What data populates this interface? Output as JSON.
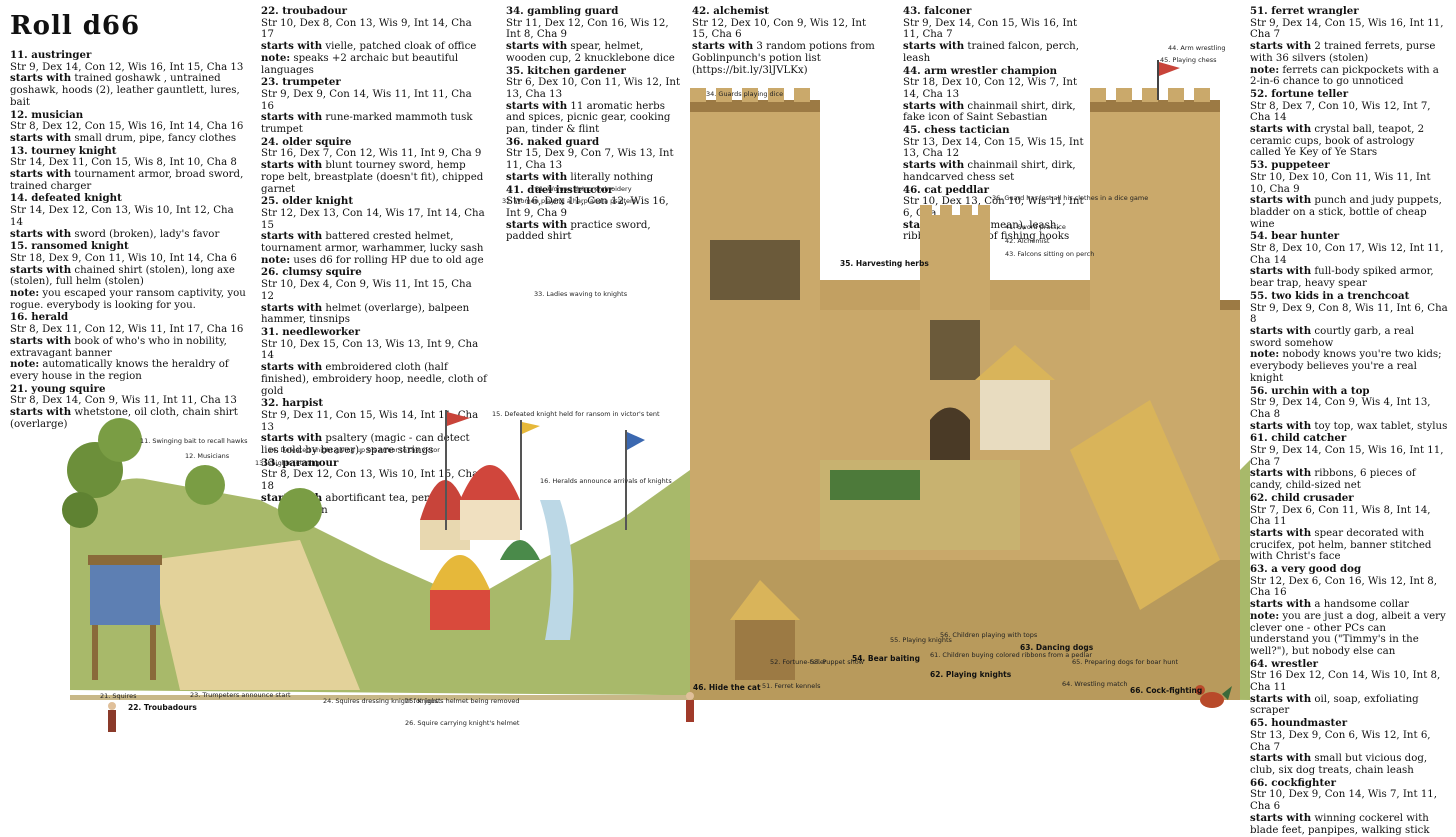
{
  "title": "Roll d66",
  "columns": [
    [
      {
        "t": "11. austringer",
        "s": "Str 9, Dex 14, Con 12, Wis 16, Int 15, Cha 13",
        "sw": "trained goshawk , untrained goshawk, hoods (2), leather gauntlett, lures, bait"
      },
      {
        "t": "12. musician",
        "s": "Str 8, Dex 12, Con 15, Wis 16, Int 14, Cha 16",
        "sw": "small drum, pipe, fancy clothes"
      },
      {
        "t": "13. tourney knight",
        "s": "Str 14, Dex 11, Con 15, Wis 8, Int 10, Cha 8",
        "sw": "tournament armor, broad sword, trained charger"
      },
      {
        "t": "14. defeated knight",
        "s": "Str 14, Dex 12, Con 13, Wis 10, Int 12, Cha 14",
        "sw": "sword (broken), lady's favor"
      },
      {
        "t": "15. ransomed knight",
        "s": "Str 18, Dex 9, Con 11, Wis 10, Int 14, Cha 6",
        "sw": "chained shirt (stolen), long axe (stolen), full helm (stolen)",
        "n": "you escaped your ransom captivity, you rogue. everybody is looking for you."
      },
      {
        "t": "16. herald",
        "s": "Str 8, Dex 11, Con 12, Wis 11, Int 17, Cha 16",
        "sw": "book of who's who in nobility, extravagant banner",
        "n": "automatically knows the heraldry of every house in the region"
      },
      {
        "t": "21. young squire",
        "s": "Str 8, Dex 14, Con 9, Wis 11, Int 11, Cha 13",
        "sw": "whetstone, oil cloth, chain shirt (overlarge)"
      }
    ],
    [
      {
        "t": "22. troubadour",
        "s": "Str 10, Dex 8, Con 13, Wis 9, Int 14, Cha 17",
        "sw": "vielle, patched cloak of office",
        "n": "speaks +2 archaic but beautiful languages"
      },
      {
        "t": "23. trumpeter",
        "s": "Str 9, Dex 9, Con 14, Wis 11, Int 11, Cha 16",
        "sw": "rune-marked mammoth tusk trumpet"
      },
      {
        "t": "24. older squire",
        "s": "Str 16, Dex 7, Con 12, Wis 11, Int 9, Cha 9",
        "sw": "blunt tourney sword, hemp rope belt, breastplate (doesn't fit), chipped garnet"
      },
      {
        "t": "25. older knight",
        "s": "Str 12, Dex 13, Con 14, Wis 17, Int 14, Cha 15",
        "sw": "battered crested helmet, tournament armor, warhammer, lucky sash",
        "n": "uses d6 for rolling HP due to old age"
      },
      {
        "t": "26. clumsy squire",
        "s": "Str 10, Dex 4, Con 9, Wis 11, Int 15, Cha 12",
        "sw": "helmet (overlarge), balpeen hammer, tinsnips"
      },
      {
        "t": "31. needleworker",
        "s": "Str 10, Dex 15, Con 13, Wis 13, Int 9, Cha 14",
        "sw": "embroidered cloth (half finished), embroidery hoop, needle, cloth of gold"
      },
      {
        "t": "32. harpist",
        "s": "Str 9, Dex 11, Con 15, Wis 14, Int 11, Cha 13",
        "sw": "psaltery (magic - can detect lies told by bearer), spare strings"
      },
      {
        "t": "33. paramour",
        "s": "Str 8, Dex 12, Con 13, Wis 10, Int 15, Cha 18",
        "sw": "abortificant tea, perfume, fancy hennin"
      }
    ],
    [
      {
        "t": "34. gambling guard",
        "s": "Str 11, Dex 12, Con 16, Wis 12, Int 8, Cha 9",
        "sw": "spear, helmet, wooden cup, 2 knucklebone dice"
      },
      {
        "t": "35. kitchen gardener",
        "s": "Str 6, Dex 10, Con 11, Wis 12, Int 13, Cha 13",
        "sw": "11 aromatic herbs and spices, picnic gear, cooking pan, tinder & flint"
      },
      {
        "t": "36. naked guard",
        "s": "Str 15, Dex 9, Con 7, Wis 13, Int 11, Cha 13",
        "sw": "literally nothing"
      },
      {
        "t": "41. duel instructor",
        "s": "Str 16, Dex 11, Con 12, Wis 16, Int 9, Cha 9",
        "sw": "practice sword, padded shirt"
      }
    ],
    [
      {
        "t": "42. alchemist",
        "s": "Str 12, Dex 10, Con 9, Wis 12, Int 15, Cha 6",
        "sw": "3 random potions from Goblinpunch's potion list (https://bit.ly/3lJVLKx)"
      }
    ],
    [
      {
        "t": "43. falconer",
        "s": "Str 9, Dex 14, Con 15, Wis 16, Int 11, Cha 7",
        "sw": "trained falcon, perch, leash"
      },
      {
        "t": "44. arm wrestler champion",
        "s": "Str 18, Dex 10, Con 12, Wis 7, Int 14, Cha 13",
        "sw": "chainmail shirt, dirk, fake icon of Saint Sebastian"
      },
      {
        "t": "45. chess tactician",
        "s": "Str 13, Dex 14, Con 15, Wis 15, Int 13, Cha 12",
        "sw": "chainmail shirt, dirk, handcarved chess set"
      },
      {
        "t": "46. cat peddlar",
        "s": "Str 10, Dex 13, Con 10, Wis 11, Int 6, Cha 9",
        "sw": "cat (mean), leash, ribbons, variety of fishing hooks"
      }
    ],
    [
      {
        "t": "51. ferret wrangler",
        "s": "Str 9, Dex 14, Con 15, Wis 16, Int 11, Cha 7",
        "sw": "2 trained ferrets, purse with 36 silvers (stolen)",
        "n": "ferrets can pickpockets with a 2-in-6 chance to go unnoticed"
      },
      {
        "t": "52. fortune teller",
        "s": "Str 8, Dex 7, Con 10, Wis 12, Int 7, Cha 14",
        "sw": "crystal ball, teapot, 2 ceramic cups, book of astrology called Ye Key of Ye Stars"
      },
      {
        "t": "53. puppeteer",
        "s": "Str 10, Dex 10, Con 11, Wis 11, Int 10, Cha 9",
        "sw": "punch and judy puppets, bladder on a stick, bottle of cheap wine"
      },
      {
        "t": "54. bear hunter",
        "s": "Str 8, Dex 10, Con 17, Wis 12, Int 11, Cha 14",
        "sw": "full-body spiked armor, bear trap, heavy spear"
      },
      {
        "t": "55. two kids in a trenchcoat",
        "s": "Str 9, Dex 9, Con 8, Wis 11, Int 6, Cha 8",
        "sw": "courtly garb, a real sword somehow",
        "n": "nobody knows you're two kids; everybody believes you're a real knight"
      },
      {
        "t": "56. urchin with a top",
        "s": "Str 9, Dex 14, Con 9, Wis 4, Int 13, Cha 8",
        "sw": "toy top, wax tablet, stylus"
      },
      {
        "t": "61. child catcher",
        "s": "Str 9, Dex 14, Con 15, Wis 16, Int 11, Cha 7",
        "sw": "ribbons, 6 pieces of candy, child-sized net"
      },
      {
        "t": "62. child crusader",
        "s": "Str 7, Dex 6, Con 11, Wis 8, Int 14, Cha 11",
        "sw": "spear decorated with crucifex, pot helm, banner stitched with Christ's face"
      },
      {
        "t": "63. a very good dog",
        "s": "Str 12, Dex 6, Con 16, Wis 12, Int 8, Cha 16",
        "sw": "a handsome collar",
        "n": "you are just a dog, albeit a very clever one - other PCs can understand you (\"Timmy's in the well?\"), but nobody else can"
      },
      {
        "t": "64. wrestler",
        "s": "Str 16 Dex 12, Con 14, Wis 10, Int 8, Cha 11",
        "sw": "oil, soap, exfoliating scraper"
      },
      {
        "t": "65. houndmaster",
        "s": "Str 13, Dex 9, Con 6, Wis 12, Int 6, Cha 7",
        "sw": "small but vicious dog, club, six dog treats, chain leash"
      },
      {
        "t": "66. cockfighter",
        "s": "Str 10, Dex 9, Con 14, Wis 7, Int 11, Cha 6",
        "sw": "winning cockerel with blade feet, panpipes, walking stick"
      }
    ]
  ],
  "labels": {
    "starts_with": "starts with",
    "note": "note:"
  },
  "captions": [
    "11. Swinging bait to recall hawks",
    "12. Musicians",
    "13. Knights jousting",
    "14. Defeated knight giving up his armor to the victor",
    "15. Defeated knight held for ransom in victor's tent",
    "16. Heralds announce arrivals of knights",
    "21. Squires",
    "22. Troubadours",
    "23. Trumpeters announce start",
    "24. Squires dressing knight for joust",
    "25. Knight's helmet being removed",
    "26. Squire carrying knight's helmet",
    "31. Woman doing embroidery",
    "32. Women playing a harp and a psaltery",
    "33. Ladies waving to knights",
    "34. Guards playing dice",
    "35. Harvesting herbs",
    "36. Guard has lost all his clothes in a dice game",
    "41. Sword practice",
    "42. Alchemist",
    "43. Falcons sitting on perch",
    "44. Arm wrestling",
    "45. Playing chess",
    "46. Hide the cat",
    "51. Ferret kennels",
    "52. Fortune-teller",
    "53. Puppet show",
    "54. Bear baiting",
    "55. Playing knights",
    "56. Children playing with tops",
    "61. Children buying colored ribbons from a pedlar",
    "62. Playing knights",
    "63. Dancing dogs",
    "64. Wrestling match",
    "65. Preparing dogs for boar hunt",
    "66. Cock-fighting"
  ],
  "colors": {
    "stone": "#c9a86a",
    "stone_dark": "#9c7a44",
    "roof": "#d9b45a",
    "grass": "#8fae5a",
    "river": "#bcd8e6"
  }
}
